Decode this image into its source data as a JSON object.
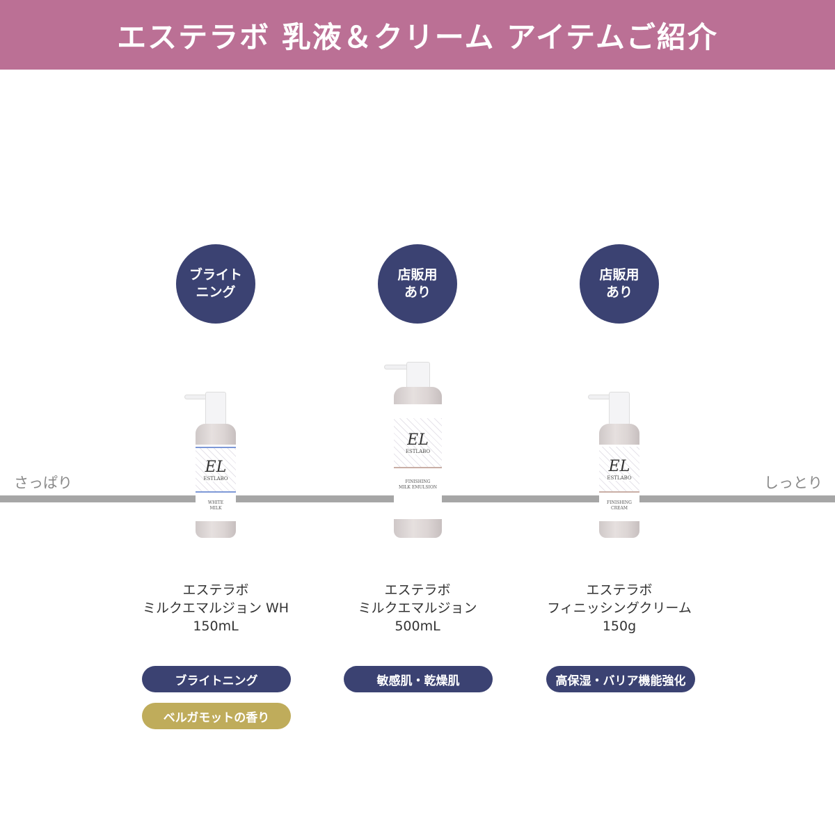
{
  "header": {
    "title": "エステラボ 乳液＆クリーム アイテムご紹介"
  },
  "axis": {
    "left_label": "さっぱり",
    "right_label": "しっとり"
  },
  "colors": {
    "header": "#bb7095",
    "navy": "#3b4272",
    "gold": "#bfac5b",
    "axis": "#a6a6a6"
  },
  "products": [
    {
      "badge": [
        "ブライト",
        "ニング"
      ],
      "label_brand": "ESTLABO",
      "label_name": [
        "WHITE",
        "MILK"
      ],
      "name": [
        "エステラボ",
        "ミルクエマルジョン WH",
        "150mL"
      ],
      "tags": [
        "ブライトニング",
        "ベルガモットの香り"
      ]
    },
    {
      "badge": [
        "店販用",
        "あり"
      ],
      "label_brand": "ESTLABO",
      "label_name": [
        "FINISHING",
        "MILK EMULSION"
      ],
      "name": [
        "エステラボ",
        "ミルクエマルジョン",
        "500mL"
      ],
      "tags": [
        "敏感肌・乾燥肌"
      ]
    },
    {
      "badge": [
        "店販用",
        "あり"
      ],
      "label_brand": "ESTLABO",
      "label_name": [
        "FINISHING",
        "CREAM"
      ],
      "name": [
        "エステラボ",
        "フィニッシングクリーム",
        "150g"
      ],
      "tags": [
        "高保湿・バリア機能強化"
      ]
    }
  ]
}
